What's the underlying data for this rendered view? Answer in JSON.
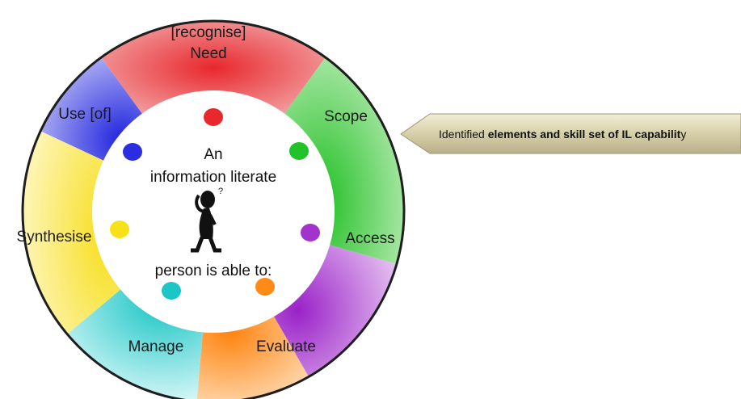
{
  "segments": [
    {
      "id": "need",
      "line1": "[recognise]",
      "line2": "Need",
      "color": "#e8282d"
    },
    {
      "id": "scope",
      "line1": "Scope",
      "line2": "",
      "color": "#22c22a"
    },
    {
      "id": "access",
      "line1": "Access",
      "line2": "",
      "color": "#a233cc"
    },
    {
      "id": "evaluate",
      "line1": "Evaluate",
      "line2": "",
      "color": "#ff8a16"
    },
    {
      "id": "manage",
      "line1": "Manage",
      "line2": "",
      "color": "#1dc6c6"
    },
    {
      "id": "synthesise",
      "line1": "Synthesise",
      "line2": "",
      "color": "#f7e21a"
    },
    {
      "id": "use",
      "line1": "Use [of]",
      "line2": "",
      "color": "#2a2ee0"
    }
  ],
  "center": {
    "line1": "An",
    "line2": "information literate",
    "line3": "person is able to:",
    "figure_icon": "thinking-person-icon"
  },
  "callout": {
    "text_plain": "Identified ",
    "text_bold": "elements and skill set of IL capabilit",
    "text_tail": "y",
    "color": "#c9c29a"
  }
}
